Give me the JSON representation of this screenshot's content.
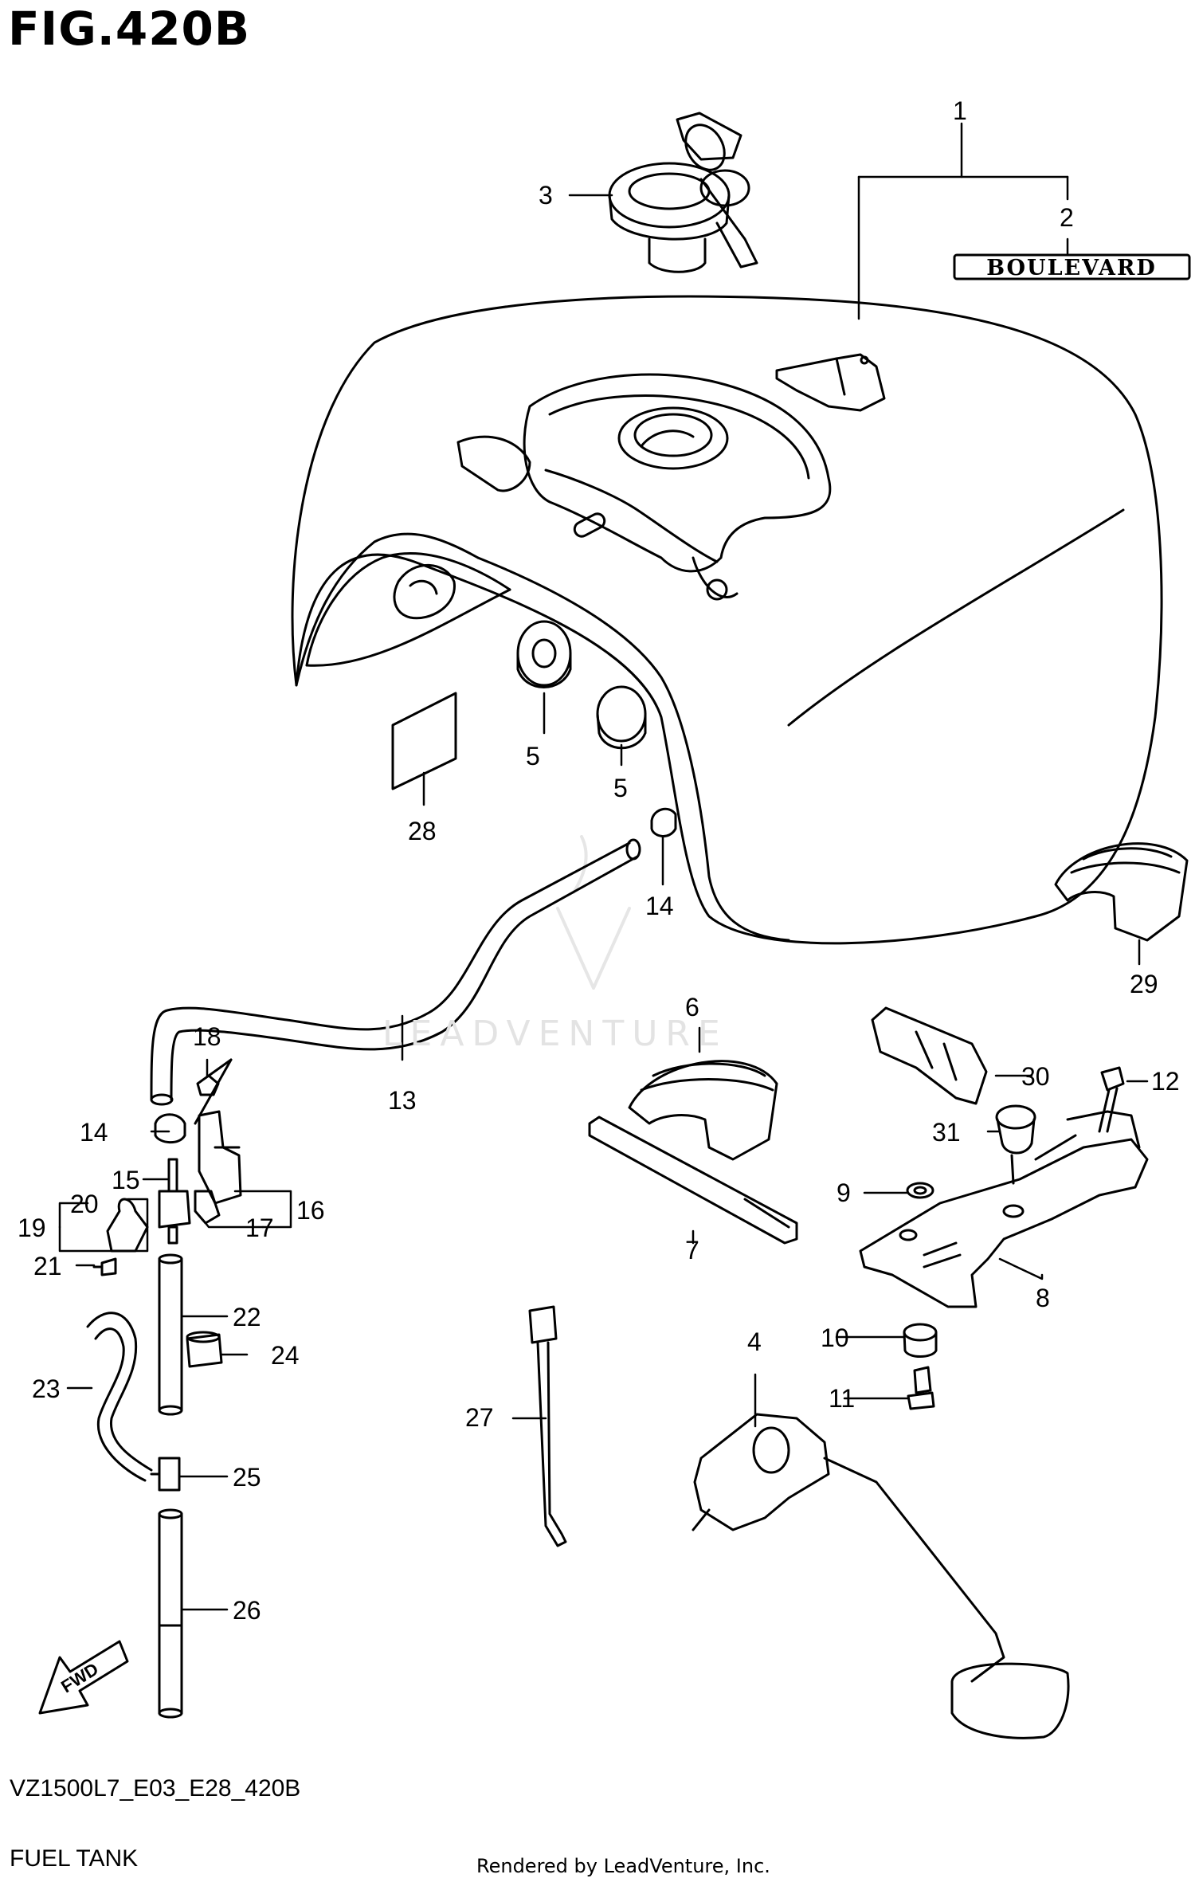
{
  "figure": {
    "title": "FIG.420B",
    "model_code": "VZ1500L7_E03_E28_420B",
    "section_name": "FUEL TANK",
    "rendered_by": "Rendered by LeadVenture, Inc.",
    "watermark": "LEADVENTURE",
    "decal_text": "BOULEVARD",
    "fwd_label": "FWD"
  },
  "callouts": [
    {
      "id": "c1",
      "label": "1"
    },
    {
      "id": "c2",
      "label": "2"
    },
    {
      "id": "c3",
      "label": "3"
    },
    {
      "id": "c4",
      "label": "4"
    },
    {
      "id": "c5a",
      "label": "5"
    },
    {
      "id": "c5b",
      "label": "5"
    },
    {
      "id": "c6",
      "label": "6"
    },
    {
      "id": "c7",
      "label": "7"
    },
    {
      "id": "c8",
      "label": "8"
    },
    {
      "id": "c9",
      "label": "9"
    },
    {
      "id": "c10",
      "label": "10"
    },
    {
      "id": "c11",
      "label": "11"
    },
    {
      "id": "c12",
      "label": "12"
    },
    {
      "id": "c13",
      "label": "13"
    },
    {
      "id": "c14a",
      "label": "14"
    },
    {
      "id": "c14b",
      "label": "14"
    },
    {
      "id": "c15",
      "label": "15"
    },
    {
      "id": "c16",
      "label": "16"
    },
    {
      "id": "c17",
      "label": "17"
    },
    {
      "id": "c18",
      "label": "18"
    },
    {
      "id": "c19",
      "label": "19"
    },
    {
      "id": "c20",
      "label": "20"
    },
    {
      "id": "c21",
      "label": "21"
    },
    {
      "id": "c22",
      "label": "22"
    },
    {
      "id": "c23",
      "label": "23"
    },
    {
      "id": "c24",
      "label": "24"
    },
    {
      "id": "c25",
      "label": "25"
    },
    {
      "id": "c26",
      "label": "26"
    },
    {
      "id": "c27",
      "label": "27"
    },
    {
      "id": "c28",
      "label": "28"
    },
    {
      "id": "c29",
      "label": "29"
    },
    {
      "id": "c30",
      "label": "30"
    },
    {
      "id": "c31",
      "label": "31"
    }
  ]
}
